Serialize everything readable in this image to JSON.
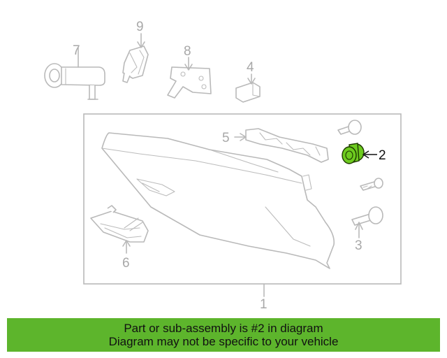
{
  "callouts": {
    "c1": "1",
    "c2": "2",
    "c3": "3",
    "c4": "4",
    "c5": "5",
    "c6": "6",
    "c7": "7",
    "c8": "8",
    "c9": "9"
  },
  "highlight": {
    "part_number": "2",
    "fill_color": "#6dcb1f",
    "stroke_color": "#1e3a00"
  },
  "banner": {
    "line1": "Part or sub-assembly is #2 in diagram",
    "line2": "Diagram may not be specific to your vehicle",
    "background": "#5db52c"
  }
}
